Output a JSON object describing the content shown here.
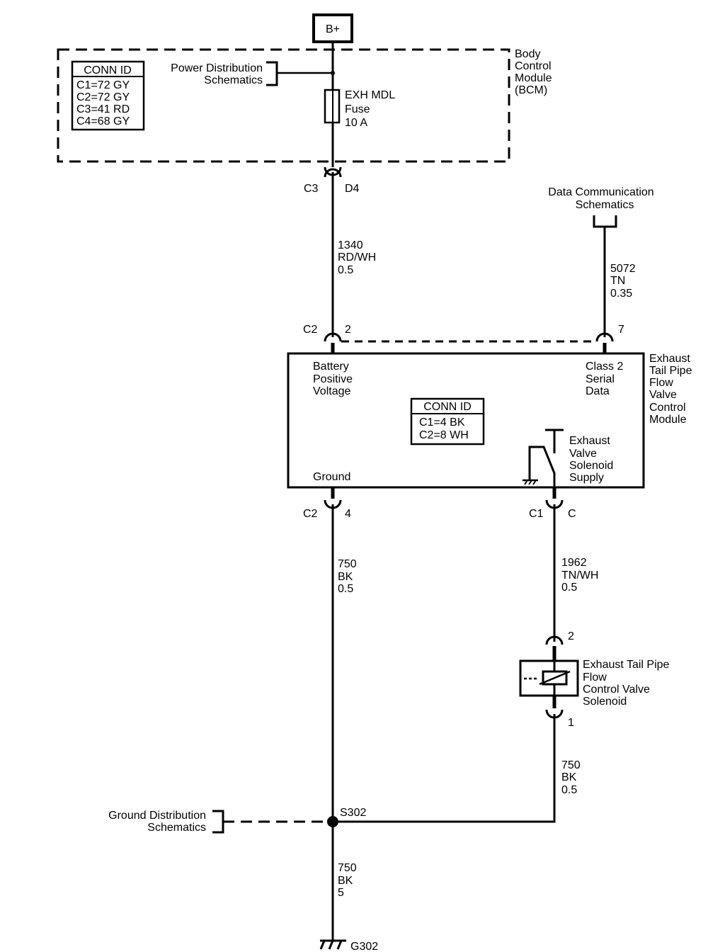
{
  "power_source": {
    "label": "B+"
  },
  "bcm": {
    "name_lines": [
      "Body",
      "Control",
      "Module",
      "(BCM)"
    ],
    "conn_id": {
      "title": "CONN ID",
      "rows": [
        "C1=72 GY",
        "C2=72 GY",
        "C3=41 RD",
        "C4=68 GY"
      ]
    },
    "power_dist_ref": [
      "Power Distribution",
      "Schematics"
    ],
    "fuse": {
      "lines": [
        "EXH MDL",
        "Fuse",
        "10 A"
      ]
    }
  },
  "connectors": {
    "bcm_out": {
      "conn": "C3",
      "pin": "D4"
    },
    "module_batt": {
      "conn": "C2",
      "pin": "2"
    },
    "module_data": {
      "pin": "7"
    },
    "module_ground": {
      "conn": "C2",
      "pin": "4"
    },
    "module_solenoid": {
      "conn": "C1",
      "pin": "C"
    },
    "solenoid_top": {
      "pin": "2"
    },
    "solenoid_bottom": {
      "pin": "1"
    }
  },
  "wires": {
    "w1340": [
      "1340",
      "RD/WH",
      "0.5"
    ],
    "w5072": [
      "5072",
      "TN",
      "0.35"
    ],
    "w750a": [
      "750",
      "BK",
      "0.5"
    ],
    "w1962": [
      "1962",
      "TN/WH",
      "0.5"
    ],
    "w750b": [
      "750",
      "BK",
      "0.5"
    ],
    "w750c": [
      "750",
      "BK",
      "5"
    ]
  },
  "data_comm_ref": [
    "Data Communication",
    "Schematics"
  ],
  "module": {
    "name_lines": [
      "Exhaust",
      "Tail Pipe",
      "Flow",
      "Valve",
      "Control",
      "Module"
    ],
    "batt_label": [
      "Battery",
      "Positive",
      "Voltage"
    ],
    "data_label": [
      "Class 2",
      "Serial",
      "Data"
    ],
    "ground_label": "Ground",
    "solenoid_supply_label": [
      "Exhaust",
      "Valve",
      "Solenoid",
      "Supply"
    ],
    "conn_id": {
      "title": "CONN ID",
      "rows": [
        "C1=4 BK",
        "C2=8 WH"
      ]
    }
  },
  "solenoid": {
    "name_lines": [
      "Exhaust Tail Pipe",
      "Flow",
      "Control Valve",
      "Solenoid"
    ]
  },
  "splice": {
    "label": "S302"
  },
  "ground_dist_ref": [
    "Ground Distribution",
    "Schematics"
  ],
  "ground": {
    "label": "G302"
  }
}
